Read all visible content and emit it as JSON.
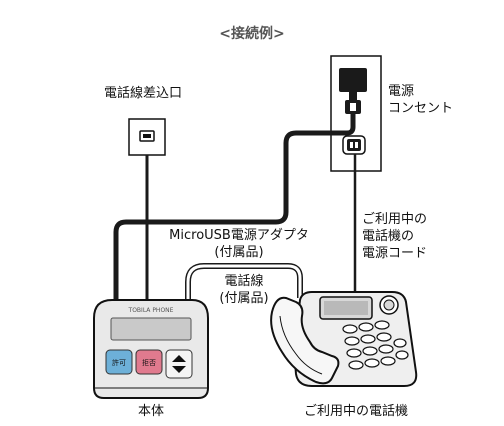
{
  "title": "<接続例>",
  "labels": {
    "phone_jack": "電話線差込口",
    "outlet_line1": "電源",
    "outlet_line2": "コンセント",
    "adapter_line1": "MicroUSB電源アダプタ",
    "adapter_line2": "(付属品)",
    "phone_line_line1": "電話線",
    "phone_line_line2": "(付属品)",
    "cord_line1": "ご利用中の",
    "cord_line2": "電話機の",
    "cord_line3": "電源コード",
    "main_unit": "本体",
    "telephone": "ご利用中の電話機"
  },
  "device": {
    "brand": "TOBILA PHONE",
    "left_key": "許可",
    "right_key": "拒否"
  },
  "colors": {
    "cable": "#1a1a1a",
    "device_body": "#e9e9e9",
    "device_screen": "#c9c9c9",
    "key_allow": "#6db0d8",
    "key_deny": "#e07a8e",
    "phone_body": "#efefef",
    "title": "#555555"
  }
}
